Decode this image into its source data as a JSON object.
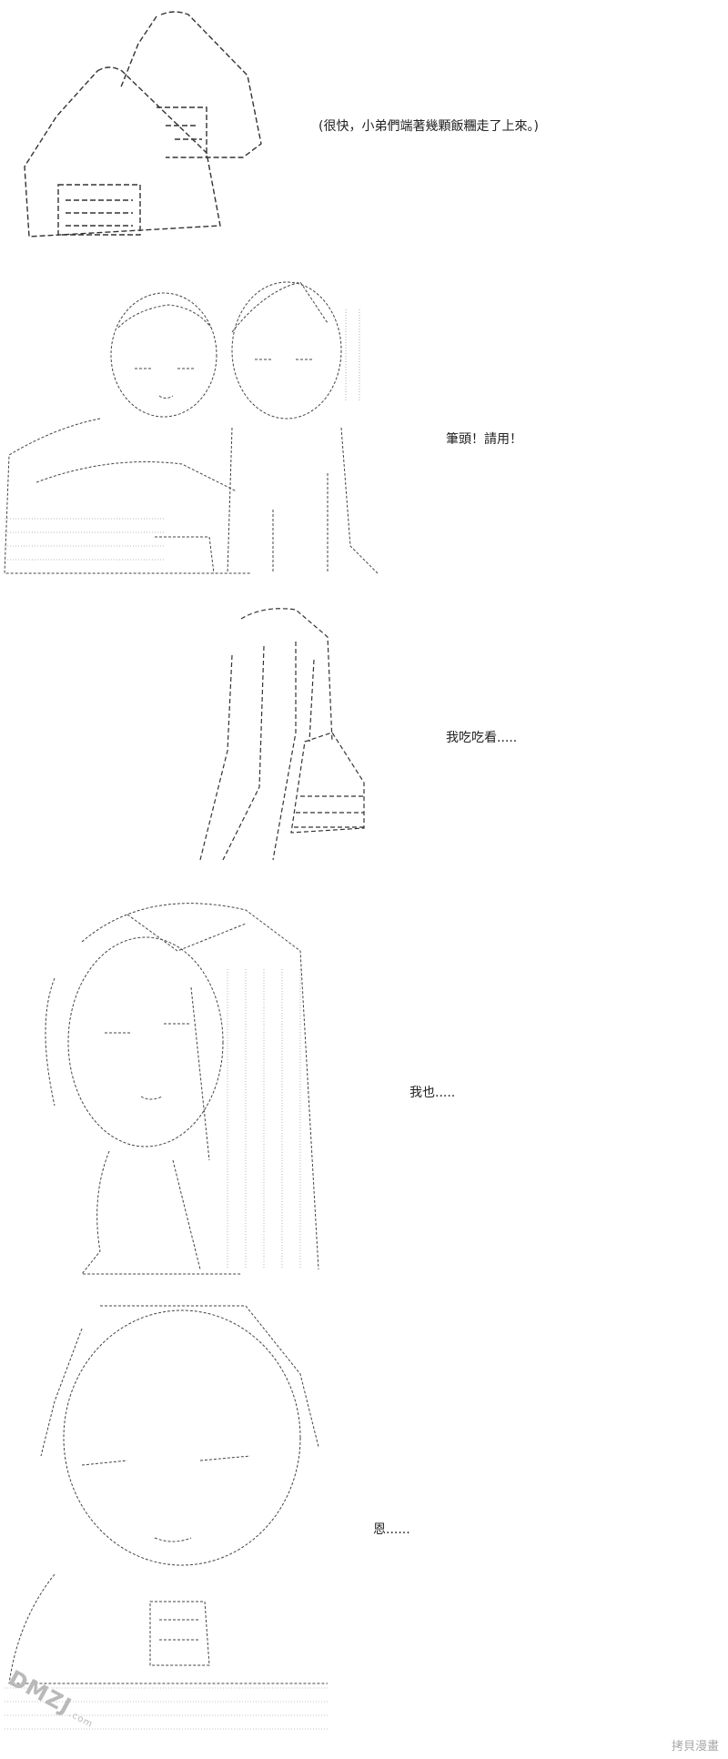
{
  "panels": [
    {
      "caption": "(很快，小弟們端著幾顆飯糰走了上來。)"
    },
    {
      "caption": "筆頭！請用！"
    },
    {
      "caption": "我吃吃看....."
    },
    {
      "caption": "我也....."
    },
    {
      "caption": "恩......"
    }
  ],
  "watermark": {
    "main": "DMZJ",
    "sub": ".com"
  },
  "corner_mark": "拷貝漫畫",
  "colors": {
    "ink": "#222222",
    "faint": "#b9b9b9"
  }
}
